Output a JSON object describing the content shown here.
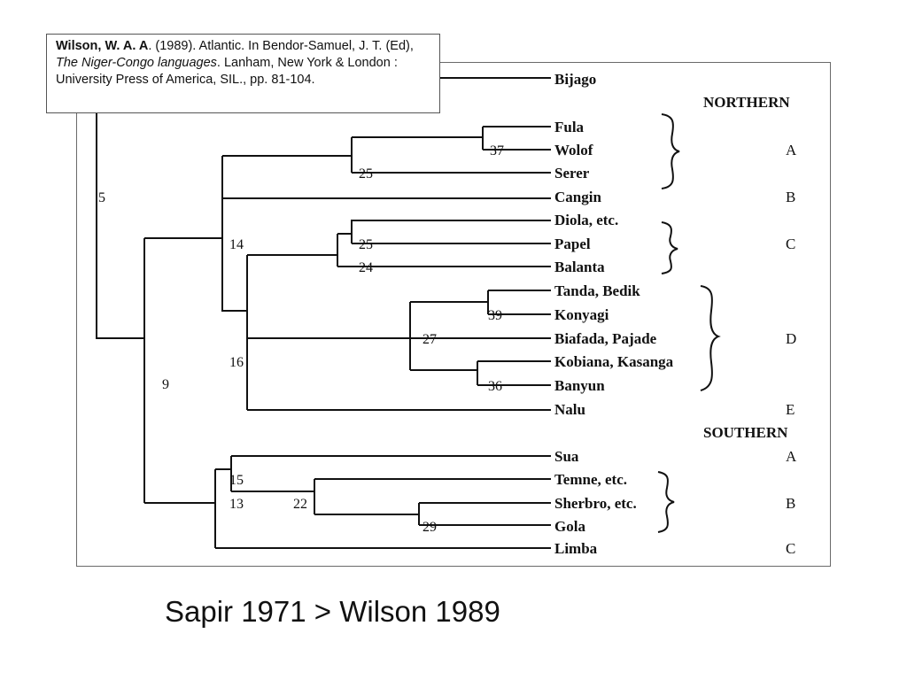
{
  "citation": {
    "author": "Wilson, W. A. A",
    "part1": ". (1989). Atlantic. In Bendor-Samuel, J. T. (Ed), ",
    "book_title": "The Niger-Congo languages",
    "part2": ". Lanham, New York & London : University Press of America, SIL., pp. 81-104."
  },
  "caption": "Sapir 1971 > Wilson 1989",
  "tree": {
    "northern_label": "NORTHERN",
    "southern_label": "SOUTHERN",
    "leaves": [
      "Bijago",
      "Fula",
      "Wolof",
      "Serer",
      "Cangin",
      "Diola, etc.",
      "Papel",
      "Balanta",
      "Tanda, Bedik",
      "Konyagi",
      "Biafada, Pajade",
      "Kobiana, Kasanga",
      "Banyun",
      "Nalu",
      "Sua",
      "Temne, etc.",
      "Sherbro, etc.",
      "Gola",
      "Limba"
    ],
    "group_letters": {
      "north_a": "A",
      "north_b": "B",
      "north_c": "C",
      "north_d": "D",
      "north_e": "E",
      "south_a": "A",
      "south_b": "B",
      "south_c": "C"
    },
    "node_numbers": {
      "n5": "5",
      "n9": "9",
      "n14": "14",
      "n16": "16",
      "n25a": "25",
      "n37": "37",
      "n25b": "25",
      "n24": "24",
      "n39": "39",
      "n27": "27",
      "n36": "36",
      "n15": "15",
      "n13": "13",
      "n22": "22",
      "n29": "29"
    }
  }
}
